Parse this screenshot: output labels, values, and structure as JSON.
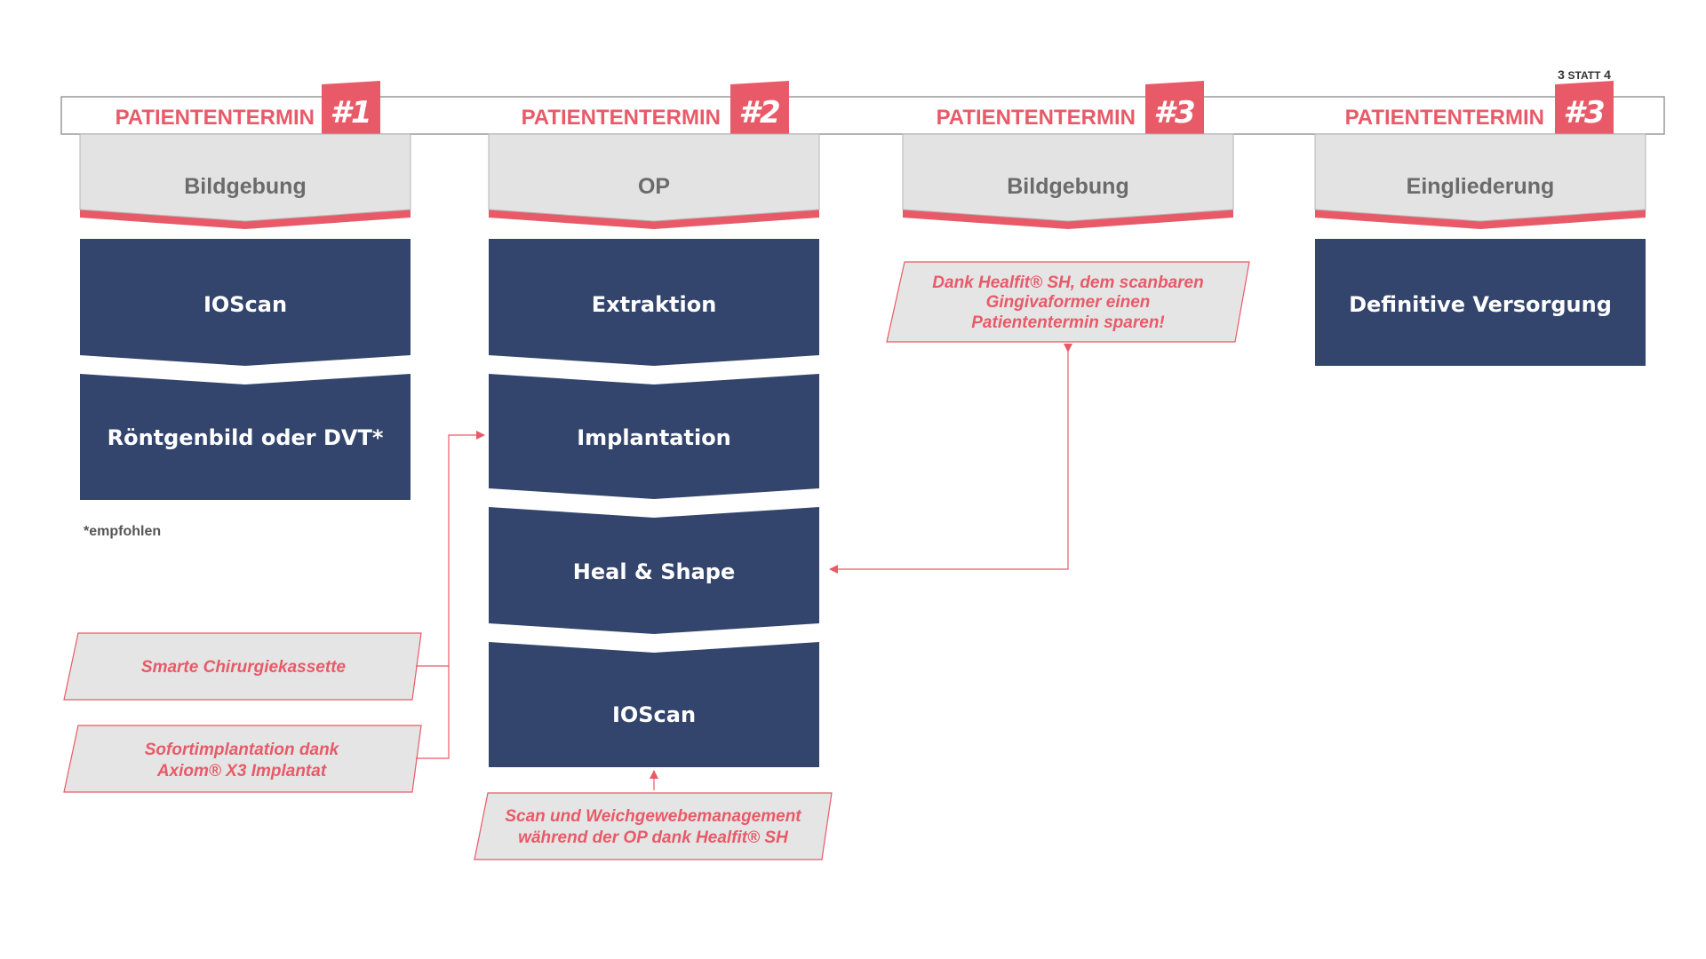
{
  "colors": {
    "accent": "#e85a68",
    "navy": "#33456c",
    "phase_fill": "#e3e3e3",
    "note_fill": "#e5e5e5",
    "text_grey": "#6b6b6b"
  },
  "timeline": {
    "appointments": [
      {
        "label": "PATIENTENTERMIN",
        "number": "#1",
        "phase": "Bildgebung",
        "steps": [
          "IOScan",
          "Röntgenbild oder DVT*"
        ]
      },
      {
        "label": "PATIENTENTERMIN",
        "number": "#2",
        "phase": "OP",
        "steps": [
          "Extraktion",
          "Implantation",
          "Heal & Shape",
          "IOScan"
        ]
      },
      {
        "label": "PATIENTENTERMIN",
        "number": "#3",
        "phase": "Bildgebung",
        "steps": []
      },
      {
        "label": "PATIENTENTERMIN",
        "number": "#3",
        "phase": "Eingliederung",
        "steps": [
          "Definitive Versorgung"
        ],
        "badge": {
          "from": "3",
          "word": "STATT",
          "to": "4"
        }
      }
    ]
  },
  "footnote": "*empfohlen",
  "notes": {
    "healfit_saving": [
      "Dank Healfit® SH, dem scanbaren",
      "Gingivaformer einen",
      "Patiententermin sparen!"
    ],
    "smart_cassette": [
      "Smarte Chirurgiekassette"
    ],
    "immediate_implant": [
      "Sofortimplantation dank",
      "Axiom® X3 Implantat"
    ],
    "scan_tissue": [
      "Scan und Weichgewebemanagement",
      "während der OP dank Healfit® SH"
    ]
  }
}
